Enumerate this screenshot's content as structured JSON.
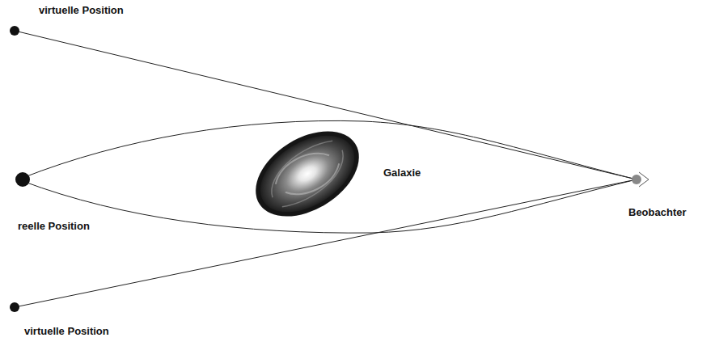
{
  "diagram": {
    "labels": [
      "virtuelle Position",
      "reelle Position",
      "Galaxie",
      "Beobachter",
      "virtuelle Position"
    ]
  }
}
